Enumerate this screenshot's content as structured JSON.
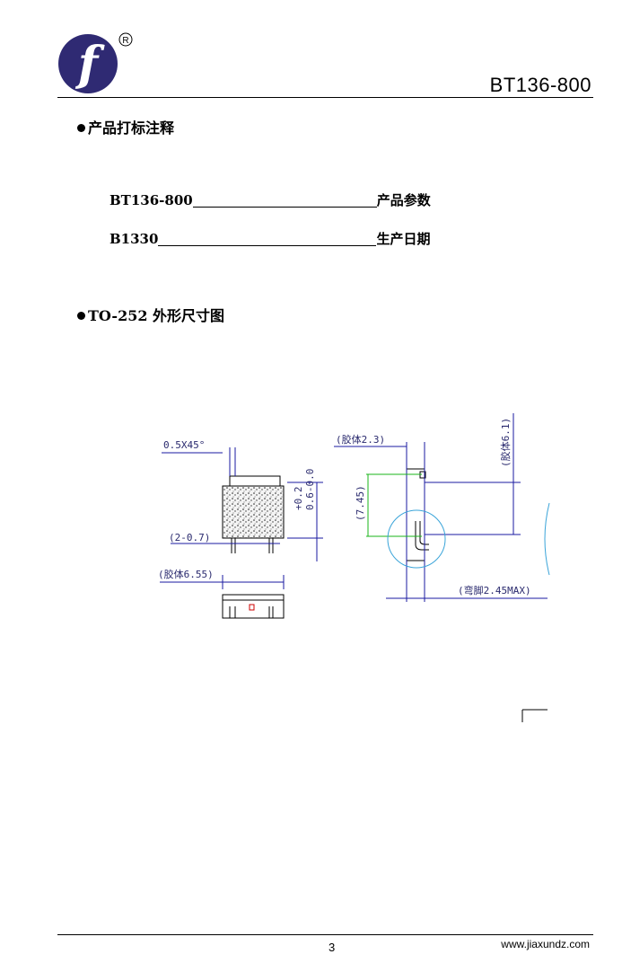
{
  "header": {
    "logo_letter": "f",
    "registered_mark": "R",
    "model": "BT136-800"
  },
  "marking_section": {
    "title": "产品打标注释",
    "rows": [
      {
        "code": "BT136-800",
        "meaning": "产品参数"
      },
      {
        "code": "B1330",
        "meaning": "生产日期"
      }
    ]
  },
  "package_section": {
    "title": "TO-252 外形尺寸图"
  },
  "drawing_labels": {
    "chamfer": "0.5X45°",
    "thickness_tol": "+0.2",
    "thickness": "0.6-0.0",
    "lead_pitch": "(2-0.7)",
    "body_width": "(胶体6.55)",
    "body_thickness": "(胶体2.3)",
    "body_height": "(胶体6.1)",
    "lead_dim": "(7.45)",
    "bend": "(弯脚2.45MAX)"
  },
  "footer": {
    "page": "3",
    "website": "www.jiaxundz.com"
  },
  "colors": {
    "logo_bg": "#2f2a73",
    "dimension_blue": "#1a1aa0",
    "dimension_green": "#19b419",
    "circle_cyan": "#3aa4d9"
  }
}
